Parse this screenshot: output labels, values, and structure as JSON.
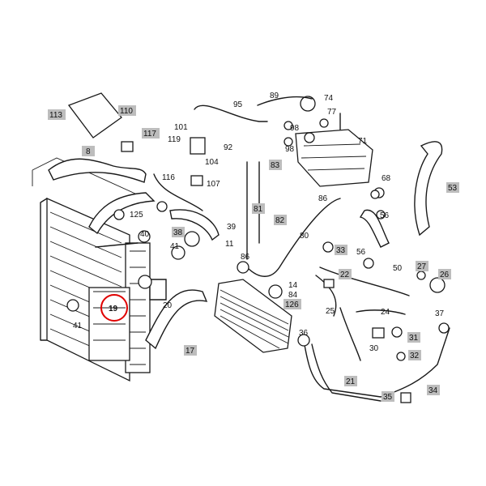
{
  "diagram": {
    "highlight_color": "#e00000",
    "highlighted_label": "19",
    "labels": {
      "l113": "113",
      "l110": "110",
      "l117": "117",
      "l8": "8",
      "l116": "116",
      "l95": "95",
      "l89": "89",
      "l74": "74",
      "l77": "77",
      "l101": "101",
      "l119": "119",
      "l92": "92",
      "l104": "104",
      "l107": "107",
      "l83": "83",
      "l98a": "98",
      "l98b": "98",
      "l71": "71",
      "l68": "68",
      "l53": "53",
      "l86a": "86",
      "l56a": "56",
      "l125": "125",
      "l38": "38",
      "l39": "39",
      "l81": "81",
      "l82": "82",
      "l40": "40",
      "l41a": "41",
      "l11": "11",
      "l80": "80",
      "l33": "33",
      "l56b": "56",
      "l50": "50",
      "l27": "27",
      "l26": "26",
      "l86b": "86",
      "l22": "22",
      "l20": "20",
      "l14": "14",
      "l84": "84",
      "l126": "126",
      "l25": "25",
      "l24": "24",
      "l19": "19",
      "l41b": "41",
      "l37": "37",
      "l36": "36",
      "l31": "31",
      "l30": "30",
      "l17": "17",
      "l32": "32",
      "l21": "21",
      "l35": "35",
      "l34": "34"
    }
  }
}
